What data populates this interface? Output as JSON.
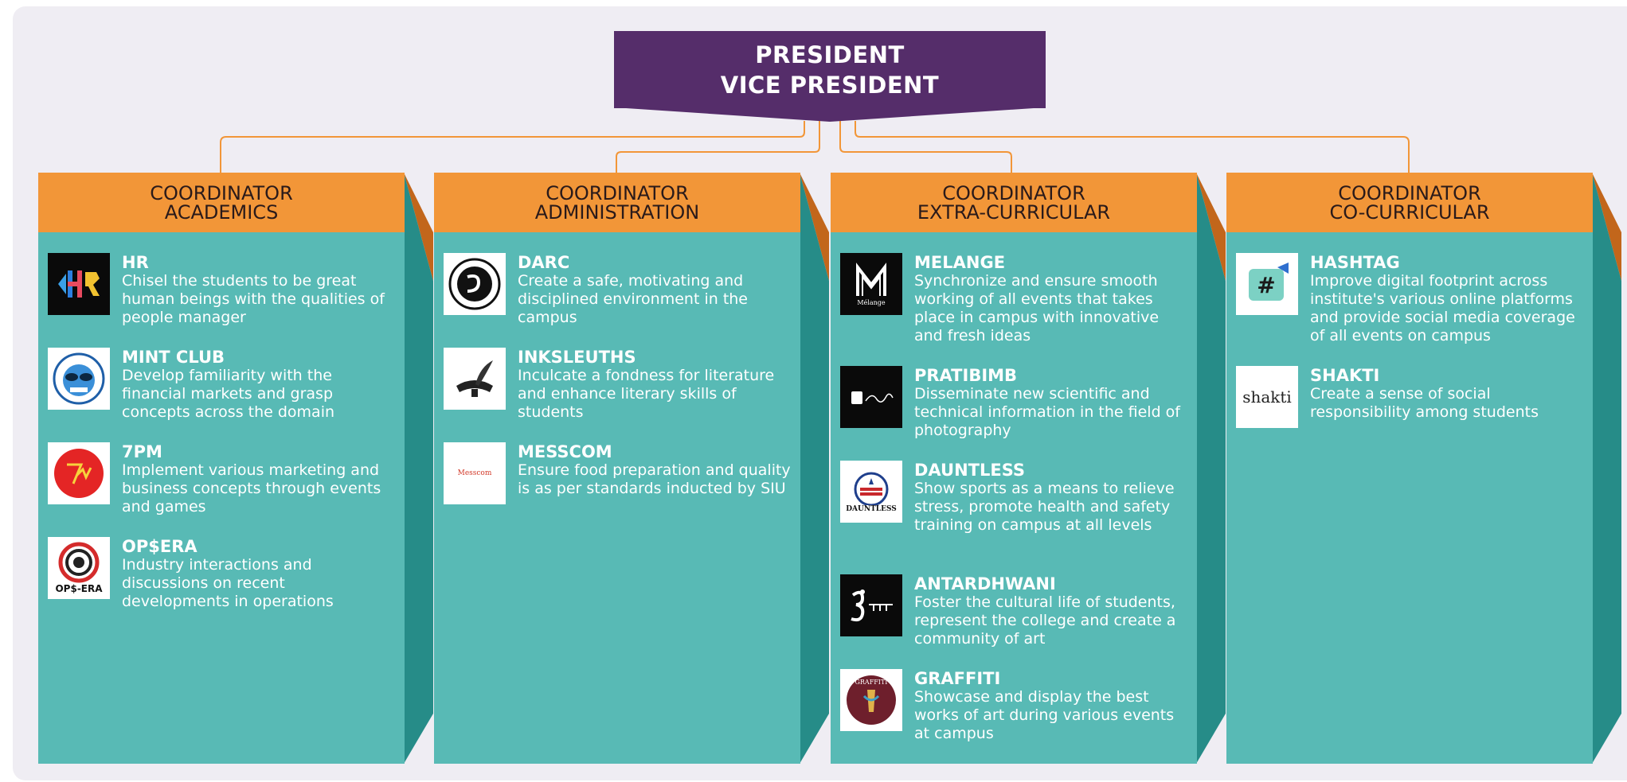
{
  "top": {
    "line1": "PRESIDENT",
    "line2": "VICE PRESIDENT",
    "color": "#552d6a"
  },
  "colors": {
    "header": "#f29638",
    "header_side": "#c2661b",
    "body": "#58bab5",
    "body_side": "#268c88",
    "connector": "#f29638",
    "background": "#efedf3"
  },
  "columns": [
    {
      "title1": "COORDINATOR",
      "title2": "ACADEMICS",
      "clubs": [
        {
          "name": "HR",
          "desc": "Chisel the students to be great human beings with the qualities of people manager",
          "icon": "hr-logo-icon"
        },
        {
          "name": "MINT CLUB",
          "desc": "Develop familiarity with the financial markets and grasp concepts across the domain",
          "icon": "mint-club-logo-icon"
        },
        {
          "name": "7PM",
          "desc": "Implement various marketing and business concepts through events and games",
          "icon": "7pm-logo-icon"
        },
        {
          "name": "OP$ERA",
          "desc": "Industry interactions and discussions on recent developments in operations",
          "icon": "opsera-logo-icon",
          "logo_text": "OP$-ERA"
        }
      ]
    },
    {
      "title1": "COORDINATOR",
      "title2": "ADMINISTRATION",
      "clubs": [
        {
          "name": "DARC",
          "desc": "Create a safe, motivating and disciplined environment in the campus",
          "icon": "darc-logo-icon"
        },
        {
          "name": "INKSLEUTHS",
          "desc": "Inculcate a fondness for literature and enhance literary skills of students",
          "icon": "inksleuths-logo-icon"
        },
        {
          "name": "MESSCOM",
          "desc": "Ensure food preparation and quality is as per standards inducted by SIU",
          "icon": "messcom-logo-icon",
          "logo_text": "Messcom"
        }
      ]
    },
    {
      "title1": "COORDINATOR",
      "title2": "EXTRA-CURRICULAR",
      "clubs": [
        {
          "name": "MELANGE",
          "desc": "Synchronize and ensure smooth working of all events that takes place in campus with innovative and fresh ideas",
          "icon": "melange-logo-icon",
          "logo_text": "Mélange"
        },
        {
          "name": "PRATIBIMB",
          "desc": "Disseminate new scientific and technical information in the field of photography",
          "icon": "pratibimb-logo-icon"
        },
        {
          "name": "DAUNTLESS",
          "desc": "Show sports as a means to relieve stress, promote health and safety training on campus at all levels",
          "icon": "dauntless-logo-icon",
          "logo_text": "DAUNTLESS"
        },
        {
          "name": "ANTARDHWANI",
          "desc": "Foster the cultural life of students, represent the college and create a community of art",
          "icon": "antardhwani-logo-icon"
        },
        {
          "name": "GRAFFITI",
          "desc": "Showcase and display the best works of art during various events at campus",
          "icon": "graffiti-logo-icon",
          "logo_text": "GRAFFITI"
        }
      ]
    },
    {
      "title1": "COORDINATOR",
      "title2": "CO-CURRICULAR",
      "clubs": [
        {
          "name": "HASHTAG",
          "desc": "Improve digital footprint across institute's various online platforms and provide social media coverage of all events on campus",
          "icon": "hashtag-logo-icon"
        },
        {
          "name": "SHAKTI",
          "desc": "Create a sense of social responsibility among students",
          "icon": "shakti-logo-icon",
          "logo_text": "shakti"
        }
      ]
    }
  ]
}
